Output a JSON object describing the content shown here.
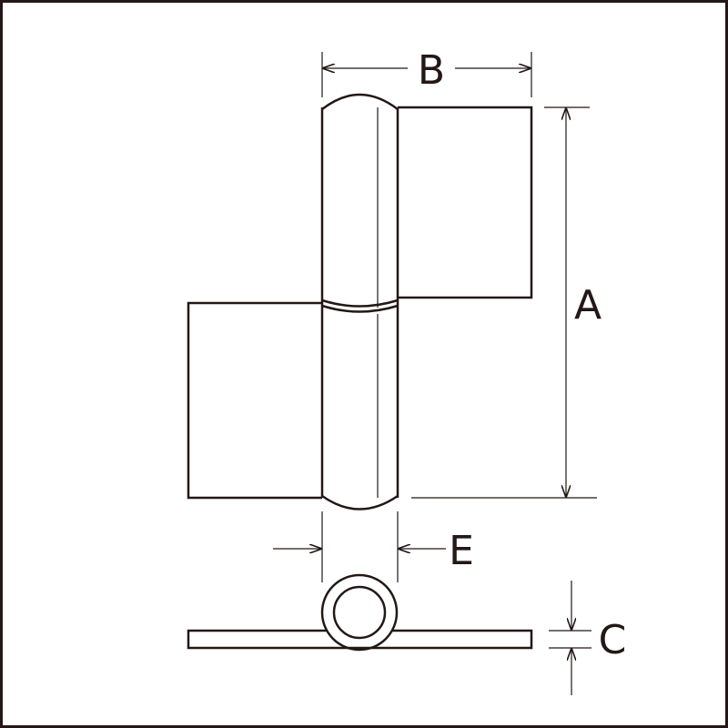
{
  "diagram": {
    "labels": {
      "height": "A",
      "width": "B",
      "thickness": "C",
      "pin_diameter": "E"
    },
    "colors": {
      "line": "#231815",
      "background": "#ffffff"
    }
  }
}
